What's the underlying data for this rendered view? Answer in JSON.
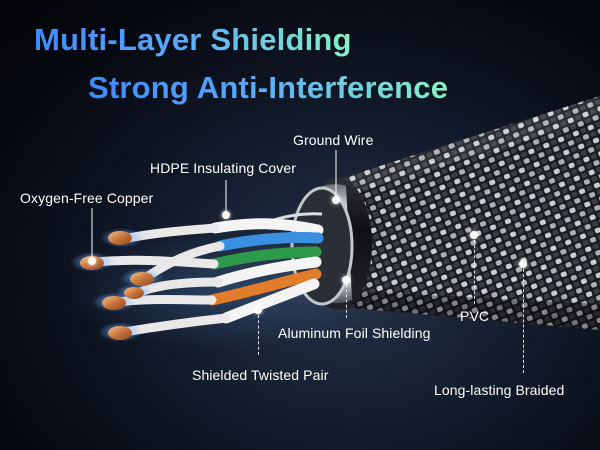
{
  "headline": {
    "line1": "Multi-Layer Shielding",
    "line2": "Strong Anti-Interference"
  },
  "callouts": {
    "ground_wire": "Ground Wire",
    "hdpe_cover": "HDPE Insulating Cover",
    "copper": "Oxygen-Free Copper",
    "foil": "Aluminum Foil Shielding",
    "pvc": "PVC",
    "twisted_pair": "Shielded Twisted Pair",
    "braided": "Long-lasting Braided"
  },
  "colors": {
    "title_gradient_start": "#3d8bff",
    "title_gradient_end": "#86f3c4",
    "background": "#0b111c",
    "label_text": "#ffffff"
  }
}
